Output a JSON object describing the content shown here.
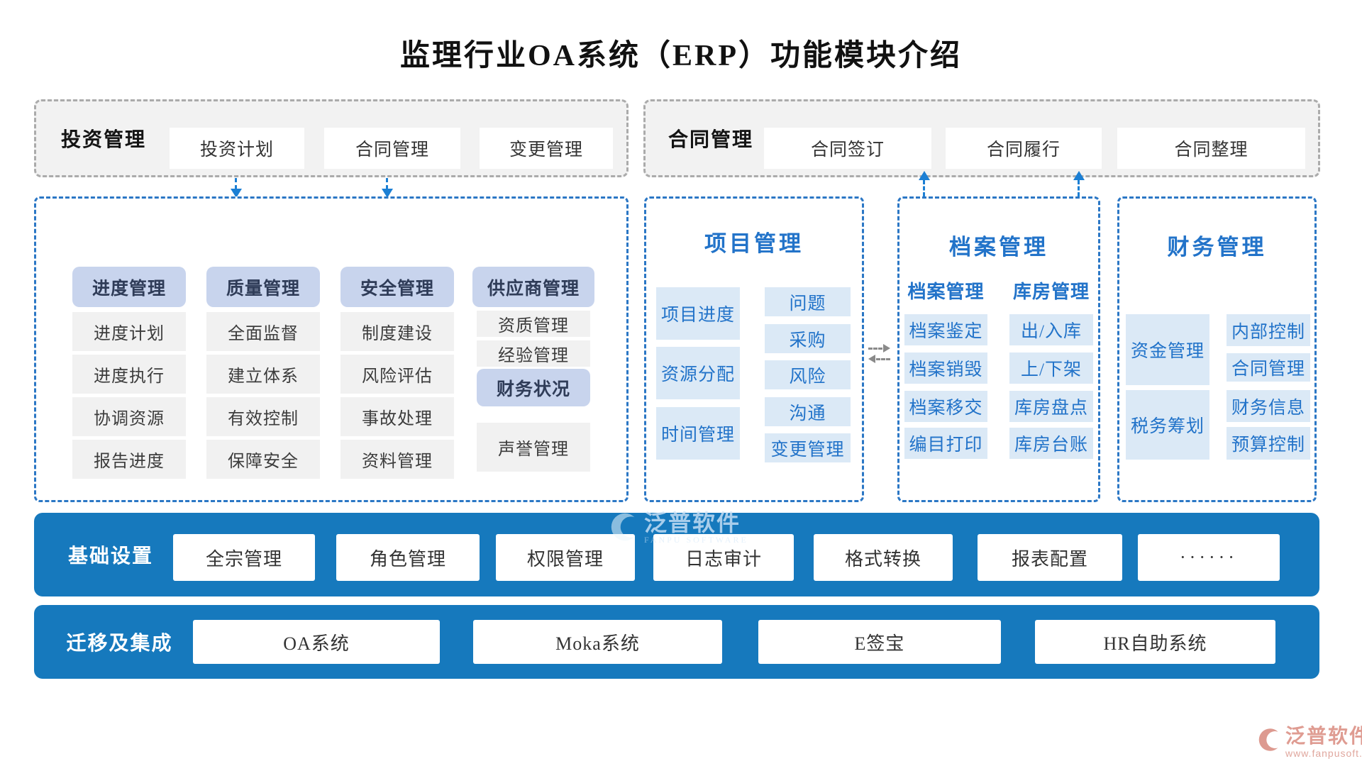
{
  "title": "监理行业OA系统（ERP）功能模块介绍",
  "top_groups": [
    {
      "label": "投资管理",
      "items": [
        "投资计划",
        "合同管理",
        "变更管理"
      ]
    },
    {
      "label": "合同管理",
      "items": [
        "合同签订",
        "合同履行",
        "合同整理"
      ]
    }
  ],
  "left_box": {
    "columns": [
      {
        "header": "进度管理",
        "items": [
          "进度计划",
          "进度执行",
          "协调资源",
          "报告进度"
        ]
      },
      {
        "header": "质量管理",
        "items": [
          "全面监督",
          "建立体系",
          "有效控制",
          "保障安全"
        ]
      },
      {
        "header": "安全管理",
        "items": [
          "制度建设",
          "风险评估",
          "事故处理",
          "资料管理"
        ]
      },
      {
        "header": "供应商管理",
        "items": [
          "资质管理",
          "经验管理",
          "财务状况",
          "声誉管理"
        ]
      }
    ]
  },
  "project_box": {
    "title": "项目管理",
    "left_items": [
      "项目进度",
      "资源分配",
      "时间管理"
    ],
    "right_items": [
      "问题",
      "采购",
      "风险",
      "沟通",
      "变更管理"
    ]
  },
  "archive_box": {
    "title": "档案管理",
    "groups": [
      {
        "header": "档案管理",
        "items": [
          "档案鉴定",
          "档案销毁",
          "档案移交",
          "编目打印"
        ]
      },
      {
        "header": "库房管理",
        "items": [
          "出/入库",
          "上/下架",
          "库房盘点",
          "库房台账"
        ]
      }
    ]
  },
  "finance_box": {
    "title": "财务管理",
    "left_items": [
      "资金管理",
      "税务筹划"
    ],
    "right_items": [
      "内部控制",
      "合同管理",
      "财务信息",
      "预算控制"
    ]
  },
  "base_bar": {
    "label": "基础设置",
    "items": [
      "全宗管理",
      "角色管理",
      "权限管理",
      "日志审计",
      "格式转换",
      "报表配置",
      "······"
    ]
  },
  "migration_bar": {
    "label": "迁移及集成",
    "items": [
      "OA系统",
      "Moka系统",
      "E签宝",
      "HR自助系统"
    ]
  },
  "watermark": {
    "brand": "泛普软件",
    "brand_en": "FANPU SOFTWARE",
    "url": "www.fanpusoft.com"
  },
  "colors": {
    "bar_blue": "#1679bd",
    "dashed_blue": "#2b77c5",
    "dashed_gray": "#ababab",
    "header_fill": "#c8d4ed",
    "gray_fill": "#f1f1f1",
    "light_blue_fill": "#dbe9f6",
    "blue_text": "#2273c9",
    "watermark_salmon": "#df9c92"
  }
}
